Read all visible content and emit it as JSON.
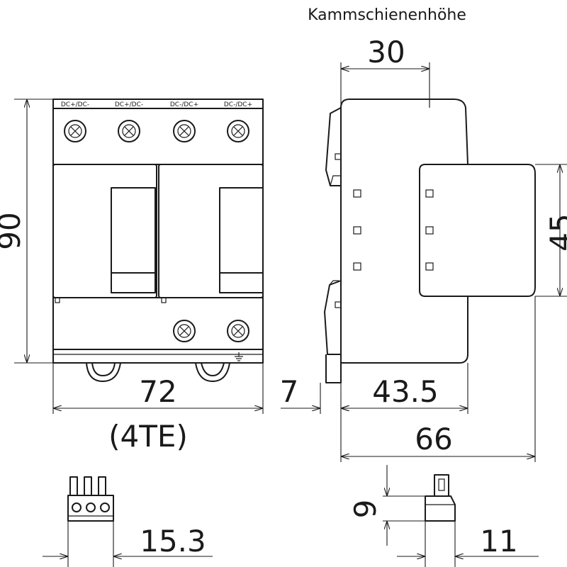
{
  "title": "Kammschienenhöhe",
  "front_view": {
    "terminal_labels": [
      "DC+/DC-",
      "DC+/DC-",
      "DC-/DC+",
      "DC-/DC+"
    ],
    "ground_symbol": "ground-symbol-icon"
  },
  "dimensions": {
    "busbar_height": "30",
    "height": "90",
    "width": "72",
    "width_units": "(4TE)",
    "offset": "7",
    "depth_inner": "43.5",
    "depth_total": "66",
    "module_height": "45",
    "connector_width": "15.3",
    "plug_height": "9",
    "plug_depth": "11"
  }
}
